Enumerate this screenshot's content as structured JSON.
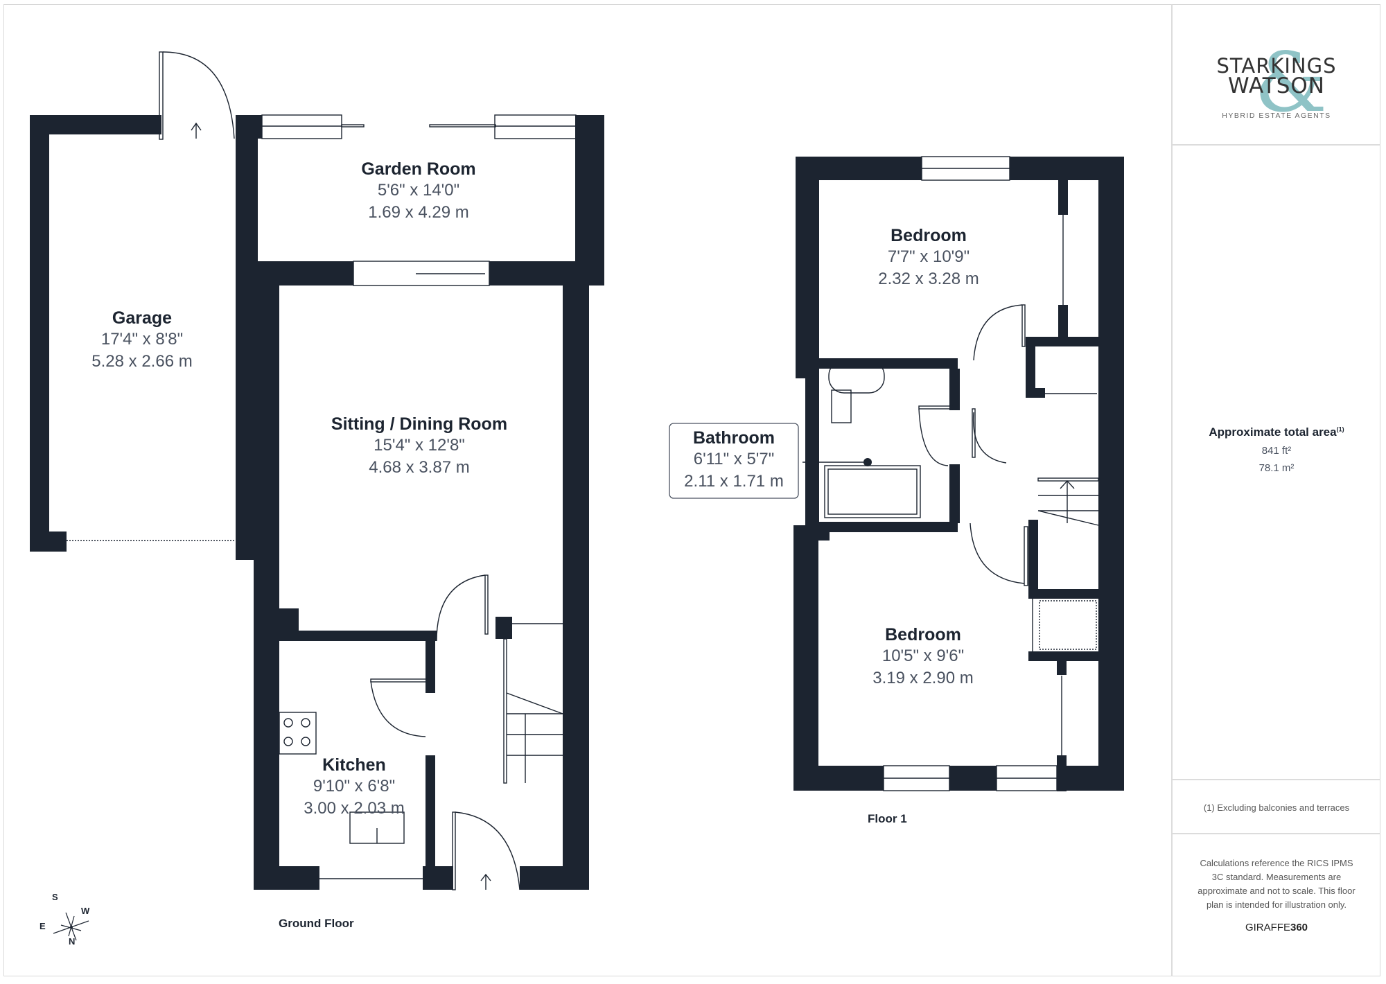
{
  "brand": {
    "name_line1": "STARKINGS",
    "name_line2": "WATSON",
    "ampersand": "&",
    "tagline": "HYBRID ESTATE AGENTS",
    "accent_color": "#8fc3c6"
  },
  "summary": {
    "area_title": "Approximate total area",
    "area_footnote_marker": "(1)",
    "area_sqft": "841 ft²",
    "area_sqm": "78.1 m²",
    "footnote": "(1) Excluding balconies and terraces",
    "disclaimer": "Calculations reference the RICS IPMS 3C standard. Measurements are approximate and not to scale. This floor plan is intended for illustration only.",
    "credit_prefix": "GIRAFFE",
    "credit_suffix": "360"
  },
  "colors": {
    "wall": "#1c2430",
    "text_dim": "#4a5260"
  },
  "ground_floor": {
    "label": "Ground Floor",
    "rooms": [
      {
        "name": "Garden Room",
        "imperial": "5'6\" x 14'0\"",
        "metric": "1.69 x 4.29 m"
      },
      {
        "name": "Garage",
        "imperial": "17'4\" x 8'8\"",
        "metric": "5.28 x 2.66 m"
      },
      {
        "name": "Sitting / Dining Room",
        "imperial": "15'4\" x 12'8\"",
        "metric": "4.68 x 3.87 m"
      },
      {
        "name": "Kitchen",
        "imperial": "9'10\" x 6'8\"",
        "metric": "3.00 x 2.03 m"
      }
    ]
  },
  "floor_1": {
    "label": "Floor 1",
    "rooms": [
      {
        "name": "Bedroom",
        "imperial": "7'7\" x 10'9\"",
        "metric": "2.32 x 3.28 m"
      },
      {
        "name": "Bathroom",
        "imperial": "6'11\" x 5'7\"",
        "metric": "2.11 x 1.71 m"
      },
      {
        "name": "Bedroom",
        "imperial": "10'5\" x 9'6\"",
        "metric": "3.19 x 2.90 m"
      }
    ]
  },
  "compass": {
    "s": "S",
    "w": "W",
    "e": "E",
    "n": "N"
  }
}
